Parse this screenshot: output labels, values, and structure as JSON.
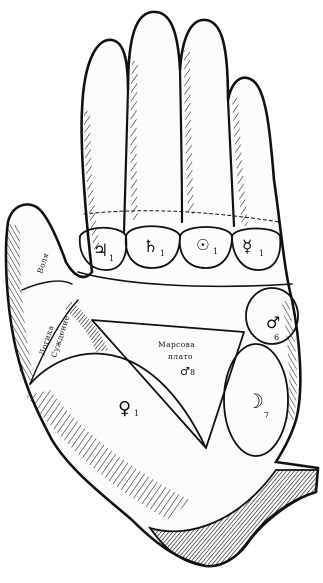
{
  "figure": {
    "ink_color": "#111111",
    "paper_color": "#ffffff"
  },
  "mounts": {
    "jupiter": {
      "symbol": "♃",
      "index": "1"
    },
    "saturn": {
      "symbol": "♄",
      "index": "1"
    },
    "sun": {
      "symbol": "☉",
      "index": "1"
    },
    "mercury": {
      "symbol": "☿",
      "index": "1"
    },
    "mars_upper": {
      "symbol": "♂",
      "index": "6"
    },
    "moon": {
      "symbol": "☽",
      "index": "7"
    },
    "venus": {
      "symbol": "♀",
      "index": "1"
    }
  },
  "plain_of_mars": {
    "line1": "Марсова",
    "line2": "плато",
    "symbol": "♂",
    "index": "8"
  },
  "thumb_labels": {
    "upper": "Воля",
    "lower_line1": "Логика",
    "lower_line2": "Суждение"
  }
}
